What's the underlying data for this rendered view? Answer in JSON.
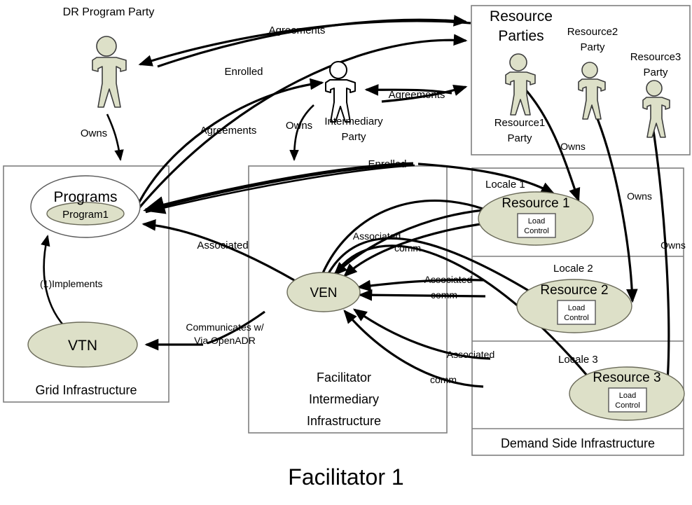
{
  "figure": {
    "title": "Facilitator 1",
    "colors": {
      "actor_fill": "#dde0c8",
      "node_fill": "#dde0c8",
      "box_stroke": "#7f7f7f",
      "arrow": "#000000",
      "background": "#ffffff"
    }
  },
  "actors": {
    "dr_program_party": {
      "label": "DR Program Party",
      "fill": "filled"
    },
    "intermediary_party": {
      "label": "Intermediary Party",
      "fill": "outline"
    },
    "resource1_party": {
      "label": "Resource1 Party",
      "fill": "filled"
    },
    "resource2_party": {
      "label": "Resource2 Party",
      "fill": "filled"
    },
    "resource3_party": {
      "label": "Resource3 Party",
      "fill": "filled"
    }
  },
  "containers": {
    "resource_parties": {
      "title_line1": "Resource",
      "title_line2": "Parties"
    },
    "grid_infrastructure": {
      "label": "Grid Infrastructure"
    },
    "facilitator_infrastructure": {
      "line1": "Facilitator",
      "line2": "Intermediary",
      "line3": "Infrastructure"
    },
    "demand_side_infrastructure": {
      "label": "Demand Side Infrastructure"
    },
    "locales": [
      {
        "label": "Locale 1"
      },
      {
        "label": "Locale 2"
      },
      {
        "label": "Locale 3"
      }
    ]
  },
  "nodes": {
    "programs": {
      "label": "Programs"
    },
    "program1": {
      "label": "Program1"
    },
    "vtn": {
      "label": "VTN"
    },
    "ven": {
      "label": "VEN"
    },
    "resource1": {
      "label": "Resource 1"
    },
    "resource2": {
      "label": "Resource 2"
    },
    "resource3": {
      "label": "Resource 3"
    },
    "load_control_1": {
      "line1": "Load",
      "line2": "Control"
    },
    "load_control_2": {
      "line1": "Load",
      "line2": "Control"
    },
    "load_control_3": {
      "line1": "Load",
      "line2": "Control"
    }
  },
  "edge_labels": {
    "agreements_1": "Agreements",
    "agreements_2": "Agreements",
    "agreements_3": "Agreements",
    "enrolled_1": "Enrolled",
    "enrolled_2": "Enrolled",
    "owns_dr": "Owns",
    "owns_intermediary": "Owns",
    "owns_r1": "Owns",
    "owns_r2": "Owns",
    "owns_r3": "Owns",
    "implements": "(1)Implements",
    "associated_programs": "Associated",
    "communicates_line1": "Communicates w/",
    "communicates_line2": "Via OpenADR",
    "associated_r1": "Associated",
    "comm_r1": "comm",
    "associated_r2": "Associated",
    "comm_r2": "comm",
    "associated_r3": "Associated",
    "comm_r3": "comm"
  }
}
